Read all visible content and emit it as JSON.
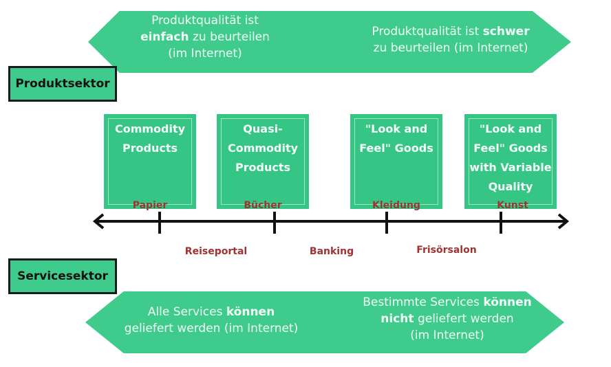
{
  "top_banner": {
    "left_line1": "Produktqualität ist",
    "left_bold": "einfach",
    "left_line2_rest": " zu beurteilen",
    "left_line3": "(im Internet)",
    "right_line1_pre": "Produktqualität ist ",
    "right_bold": "schwer",
    "right_line2": "zu beurteilen (im Internet)"
  },
  "sectors": {
    "product": "Produktsektor",
    "service": "Servicesektor"
  },
  "categories": [
    {
      "label": "Commodity Products",
      "lines": [
        "Commodity",
        "Products"
      ],
      "tick_label": "Papier"
    },
    {
      "label": "Quasi-Commodity Products",
      "lines": [
        "Quasi-",
        "Commodity",
        "Products"
      ],
      "tick_label": "Bücher"
    },
    {
      "label": "\"Look and Feel\" Goods",
      "lines": [
        "\"Look and",
        "Feel\" Goods"
      ],
      "tick_label": "Kleidung"
    },
    {
      "label": "\"Look and Feel\" Goods with Variable Quality",
      "lines": [
        "\"Look and",
        "Feel\" Goods",
        "with Variable",
        "Quality"
      ],
      "tick_label": "Kunst"
    }
  ],
  "services": [
    "Reiseportal",
    "Banking",
    "Frisörsalon"
  ],
  "bottom_banner": {
    "left_line1_pre": "Alle Services ",
    "left_bold": "können",
    "left_line2": "geliefert werden (im Internet)",
    "right_line1_pre": "Bestimmte Services ",
    "right_bold1": "können",
    "right_bold2": "nicht",
    "right_line2_rest": " geliefert werden",
    "right_line3": "(im Internet)"
  },
  "colors": {
    "green": "#3ecb8b",
    "red_label": "#a03232",
    "axis": "#111111"
  }
}
